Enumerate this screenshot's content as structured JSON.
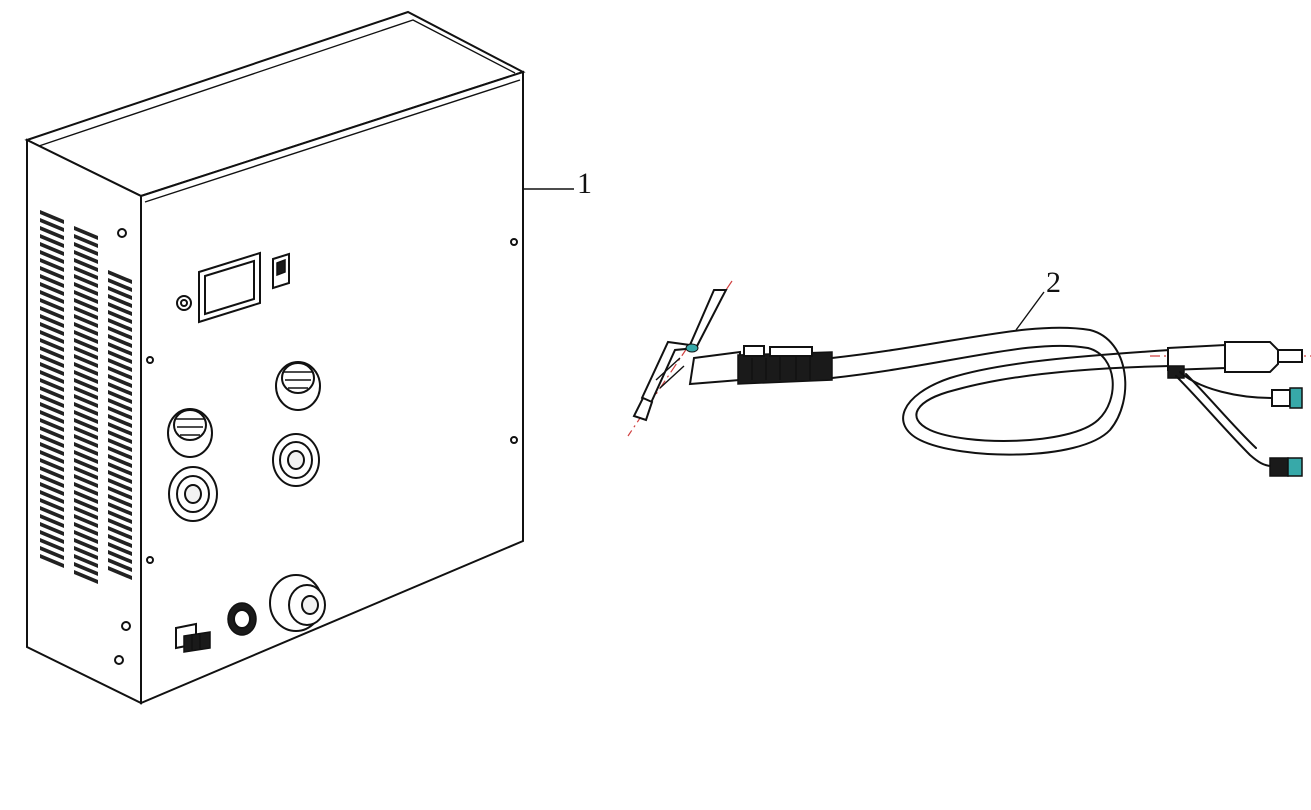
{
  "callouts": [
    {
      "id": "1",
      "label": "1"
    },
    {
      "id": "2",
      "label": "2"
    }
  ],
  "colors": {
    "line": "#111111",
    "centerline": "#d04040",
    "connector": "#37a9a9"
  },
  "icons": [
    "welding-power-cabinet",
    "welding-torch-cable-assembly"
  ]
}
